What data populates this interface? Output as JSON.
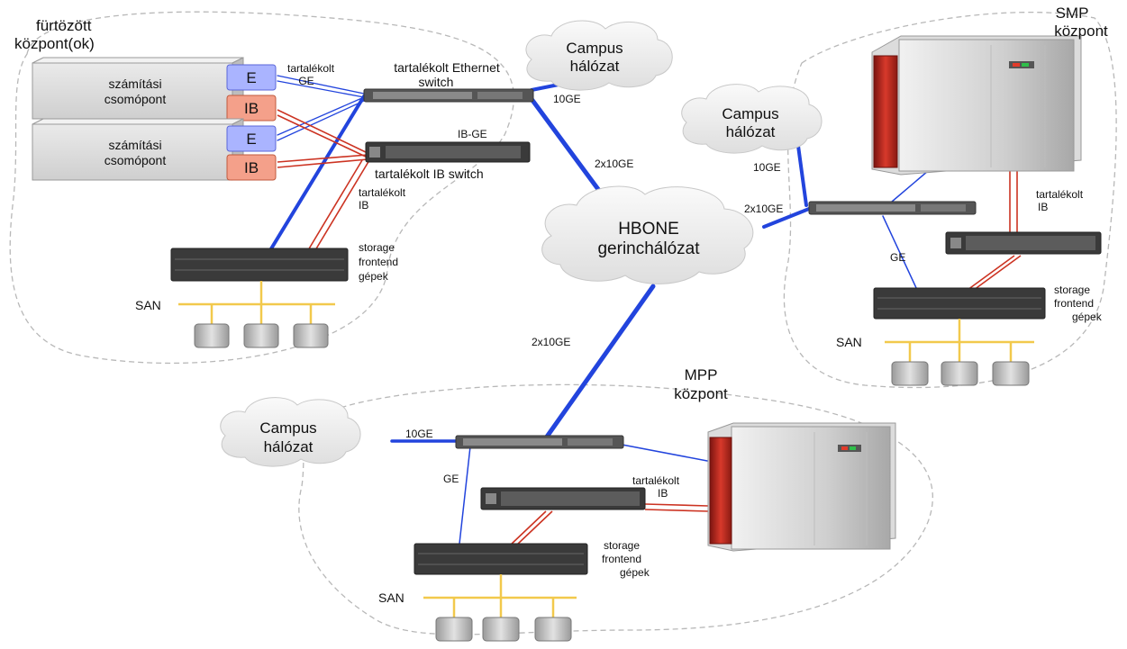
{
  "regions": {
    "cluster": {
      "title_line1": "fürtözött",
      "title_line2": "központ(ok)"
    },
    "smp": {
      "title_line1": "SMP",
      "title_line2": "központ"
    },
    "mpp": {
      "title_line1": "MPP",
      "title_line2": "központ"
    }
  },
  "clouds": {
    "campus_top": {
      "line1": "Campus",
      "line2": "hálózat"
    },
    "campus_right": {
      "line1": "Campus",
      "line2": "hálózat"
    },
    "campus_bottom": {
      "line1": "Campus",
      "line2": "hálózat"
    },
    "hbone": {
      "line1": "HBONE",
      "line2": "gerinchálózat"
    }
  },
  "nodes": {
    "node1": {
      "line1": "számítási",
      "line2": "csomópont",
      "port_e": "E",
      "port_ib": "IB"
    },
    "node2": {
      "line1": "számítási",
      "line2": "csomópont",
      "port_e": "E",
      "port_ib": "IB"
    }
  },
  "labels": {
    "cluster_eth_switch_line1": "tartalékolt Ethernet",
    "cluster_eth_switch_line2": "switch",
    "cluster_ge_line1": "tartalékolt",
    "cluster_ge_line2": "GE",
    "cluster_ib_ge": "IB-GE",
    "cluster_ib_switch": "tartalékolt IB switch",
    "cluster_ib_line1": "tartalékolt",
    "cluster_ib_line2": "IB",
    "cluster_storage_line1": "storage",
    "cluster_storage_line2": "frontend",
    "cluster_storage_line3": "gépek",
    "cluster_san": "SAN",
    "link_10ge_top": "10GE",
    "link_2x10ge_upper": "2x10GE",
    "link_2x10ge_lower": "2x10GE",
    "smp_10ge": "10GE",
    "smp_2x10ge": "2x10GE",
    "smp_ge": "GE",
    "smp_ib_line1": "tartalékolt",
    "smp_ib_line2": "IB",
    "smp_storage_line1": "storage",
    "smp_storage_line2": "frontend",
    "smp_storage_line3": "gépek",
    "smp_san": "SAN",
    "mpp_10ge": "10GE",
    "mpp_ge": "GE",
    "mpp_ib_line1": "tartalékolt",
    "mpp_ib_line2": "IB",
    "mpp_storage_line1": "storage",
    "mpp_storage_line2": "frontend",
    "mpp_storage_line3": "gépek",
    "mpp_san": "SAN"
  },
  "colors": {
    "ethernet_link": "#2244dd",
    "ib_link": "#cc3322",
    "san_bus": "#f2c94c",
    "node_box": "#dcdcdc",
    "port_e": "#aab4ff",
    "port_ib": "#f4a08a",
    "cloud": "#eeeeee",
    "server_red": "#c0281c",
    "region_border": "#b0b0b0"
  }
}
